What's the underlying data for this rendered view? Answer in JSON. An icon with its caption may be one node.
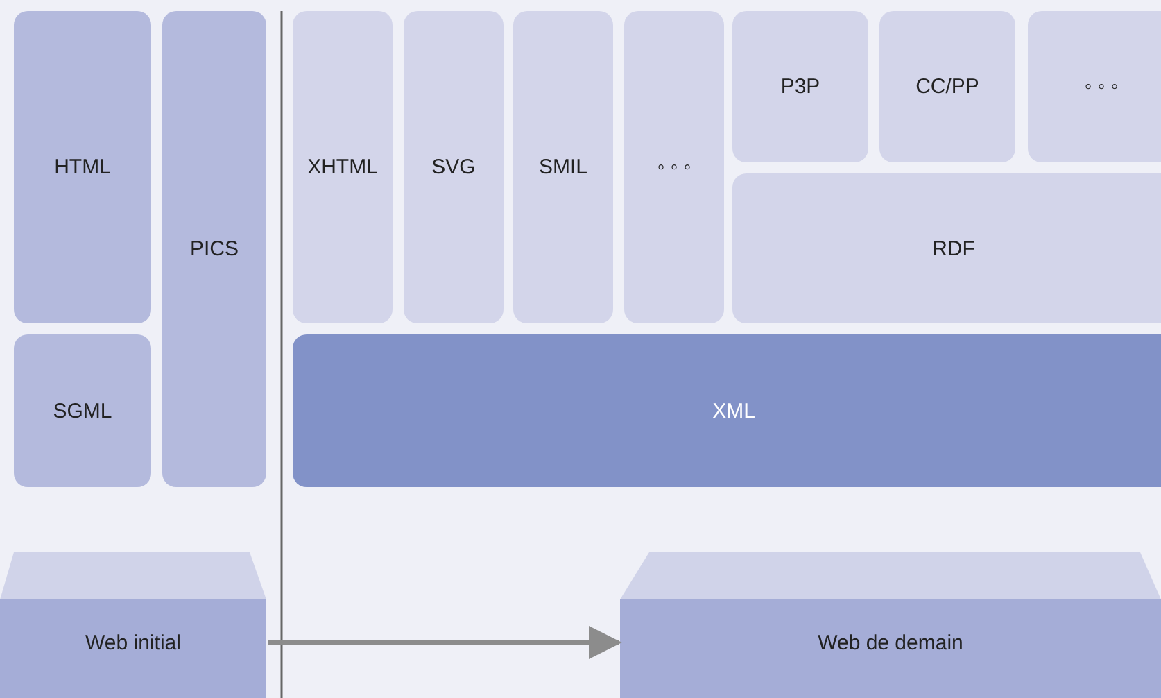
{
  "diagram": {
    "nodes": [
      {
        "text": [
          "HTML"
        ]
      },
      {
        "text": [
          "SGML"
        ]
      },
      {
        "text": [
          "PICS"
        ]
      },
      {
        "text": [
          "XHTML"
        ]
      },
      {
        "text": [
          "SVG"
        ]
      },
      {
        "text": [
          "SMIL"
        ]
      },
      {
        "text": [
          "◦ ◦ ◦"
        ]
      },
      {
        "text": [
          "P3P"
        ]
      },
      {
        "text": [
          "CC/PP"
        ]
      },
      {
        "text": [
          "◦ ◦ ◦"
        ]
      },
      {
        "text": [
          "RDF"
        ]
      },
      {
        "text": [
          "XML"
        ]
      },
      {
        "text": [
          "Web initial"
        ]
      },
      {
        "text": [
          "Web de demain"
        ]
      }
    ],
    "edges": [
      {
        "from": 12,
        "to": 13,
        "arrow": "to",
        "color": "#8c8c8c"
      }
    ]
  }
}
